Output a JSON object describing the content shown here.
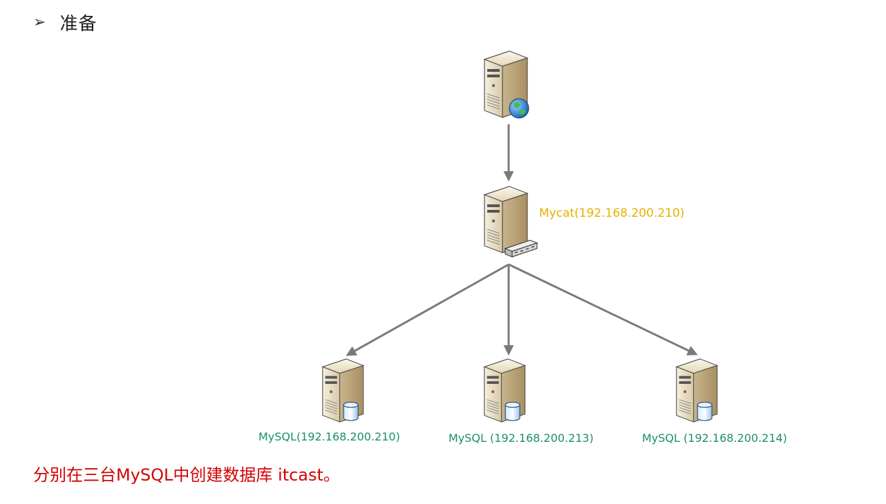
{
  "header": {
    "title": "准备"
  },
  "nodes": {
    "mycat_label": "Mycat(192.168.200.210)",
    "mysql1_label": "MySQL(192.168.200.210)",
    "mysql2_label": "MySQL (192.168.200.213)",
    "mysql3_label": "MySQL (192.168.200.214)"
  },
  "note": {
    "text": "分别在三台MySQL中创建数据库 itcast。"
  },
  "colors": {
    "mycat_label": "#e8b100",
    "mysql_label": "#1a8f6a",
    "note": "#d40000",
    "arrow": "#7a7a7a"
  }
}
